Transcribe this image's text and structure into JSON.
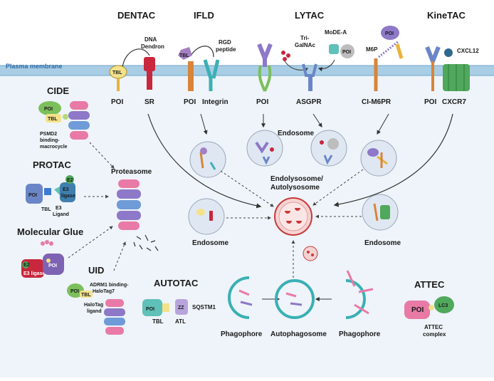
{
  "membrane": {
    "label": "Plasma membrane"
  },
  "headers": {
    "dentac": "DENTAC",
    "ifld": "IFLD",
    "lytac": "LYTAC",
    "kinetac": "KineTAC",
    "cide": "CIDE",
    "protac": "PROTAC",
    "molecular_glue": "Molecular Glue",
    "uid": "UID",
    "autotac": "AUTOTAC",
    "attec": "ATTEC"
  },
  "labels": {
    "dna_dendron_1": "DNA",
    "dna_dendron_2": "Dendron",
    "rgd_1": "RGD",
    "rgd_2": "peptide",
    "tri_galnac_1": "Tri-",
    "tri_galnac_2": "GalNAc",
    "mode_a": "MoDE-A",
    "m6p": "M6P",
    "cxcl12": "CXCL12",
    "tbl": "TBL",
    "poi": "POI",
    "sr": "SR",
    "integrin": "Integrin",
    "asgpr": "ASGPR",
    "ci_m6pr": "CI-M6PR",
    "cxcr7": "CXCR7",
    "endosome": "Endosome",
    "endolysosome_1": "Endolysosome/",
    "endolysosome_2": "Autolysosome",
    "proteasome": "Proteasome",
    "psmd2_1": "PSMD2",
    "psmd2_2": "binding-",
    "psmd2_3": "macrocycle",
    "e2": "E2",
    "e3_1": "E3",
    "e3_2": "ligase",
    "e3_ligand_1": "E3",
    "e3_ligand_2": "Ligand",
    "e3_ligase": "E3 ligase",
    "adrm1_1": "ADRM1 binding-",
    "adrm1_2": "HaloTag7",
    "halotag_1": "HaloTag",
    "halotag_2": "ligand",
    "sqstm1": "SQSTM1",
    "atl": "ATL",
    "zz": "ZZ",
    "phagophore": "Phagophore",
    "autophagosome": "Autophagosome",
    "lc3": "LC3",
    "attec_complex_1": "ATTEC",
    "attec_complex_2": "complex"
  },
  "colors": {
    "membrane": "#8fbfdc",
    "cell_bg": "#eef4f9",
    "tbl": "#f3e28a",
    "proteasome_pink": "#e97aa6",
    "proteasome_purple": "#8e78c8",
    "proteasome_blue": "#6f9bd8",
    "poi_green": "#7cbf5c",
    "sr_red": "#c8273d",
    "receptor_blue": "#6b86c7",
    "lysosome": "#f6d3d3",
    "lyso_red": "#c83a3a"
  }
}
